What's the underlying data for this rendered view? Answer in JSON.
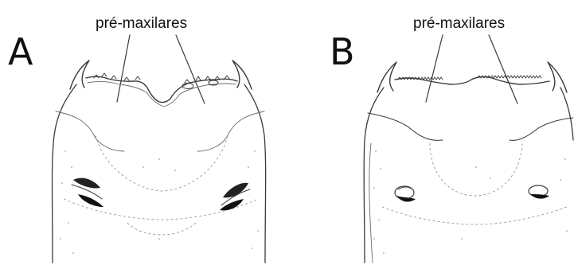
{
  "panels": [
    {
      "letter": "A",
      "label": "pré-maxilares"
    },
    {
      "letter": "B",
      "label": "pré-maxilares"
    }
  ]
}
